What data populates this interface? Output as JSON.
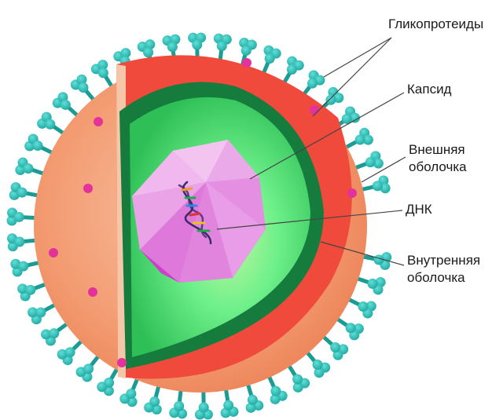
{
  "labels": {
    "glycoproteins": "Гликопротеиды",
    "capsid": "Капсид",
    "outer_envelope": [
      "Внешняя",
      "оболочка"
    ],
    "dna": "ДНК",
    "inner_envelope": [
      "Внутренняя",
      "оболочка"
    ]
  },
  "colors": {
    "spike": "#26b7b0",
    "spike_stem": "#1a9b94",
    "outer_shell": "#f3926a",
    "outer_shell_light": "#f7b894",
    "red_layer": "#ef4a3c",
    "inner_dark_green": "#157c3e",
    "green_mid": "#35c35a",
    "green_bright": "#6ef58e",
    "capsid_pink": "#e586e2",
    "capsid_light": "#f3c0f0",
    "magenta_dot": "#e3339b",
    "leader_line": "#444444"
  }
}
